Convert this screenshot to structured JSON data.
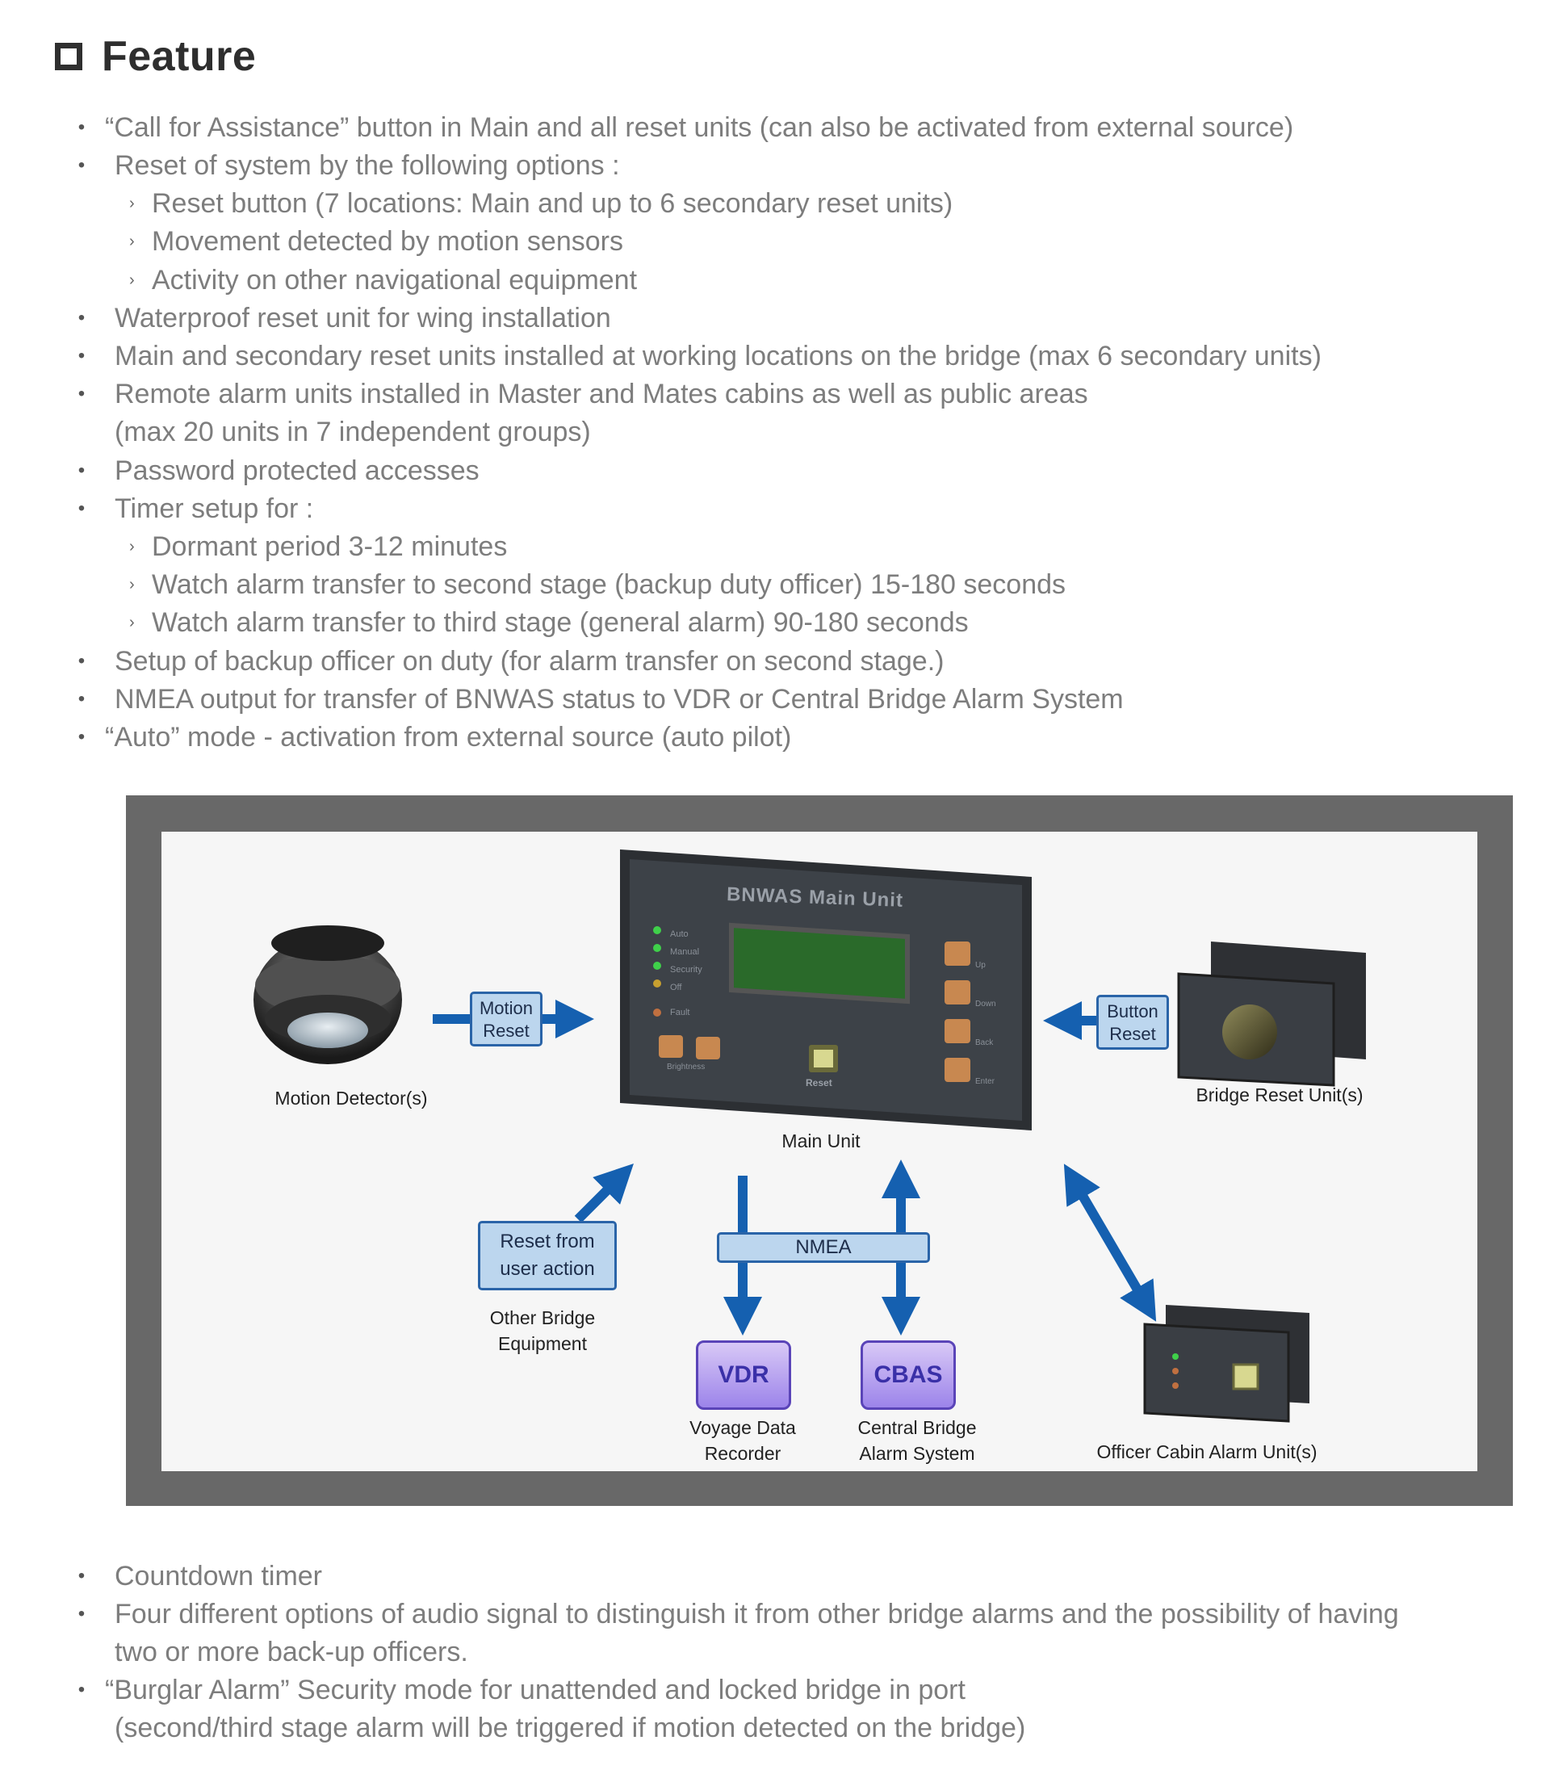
{
  "header": {
    "title": "Feature"
  },
  "features_top": [
    "“Call for Assistance” button in Main and all reset units (can also be activated from external source)",
    "Reset of system by the following options :",
    "Waterproof reset unit for wing installation",
    "Main and secondary reset units installed at working locations on the bridge (max 6 secondary units)",
    "Remote alarm units installed in Master and Mates cabins as well as public areas",
    "(max 20 units in 7 independent groups)",
    "Password protected accesses",
    "Timer setup for :",
    "Setup of backup officer on duty (for alarm transfer on second stage.)",
    "NMEA output for transfer of BNWAS status to VDR or Central Bridge Alarm System",
    "“Auto”  mode - activation from external source (auto pilot)"
  ],
  "reset_options": [
    "Reset button (7 locations: Main and up to 6 secondary reset units)",
    "Movement detected by motion sensors",
    "Activity on other navigational equipment"
  ],
  "timer_options": [
    "Dormant period 3-12 minutes",
    "Watch alarm transfer to second stage (backup duty officer) 15-180 seconds",
    "Watch alarm transfer to third stage (general alarm) 90-180 seconds"
  ],
  "diagram": {
    "main_unit_title": "BNWAS Main Unit",
    "main_unit_label": "Main Unit",
    "main_leds": [
      "Auto",
      "Manual",
      "Security",
      "Off"
    ],
    "fault_label": "Fault",
    "brightness_label": "Brightness",
    "reset_key": "Reset",
    "side_keys": [
      "Up",
      "Down",
      "Back",
      "Enter"
    ],
    "motion_detector_label": "Motion Detector(s)",
    "motion_reset": [
      "Motion",
      "Reset"
    ],
    "button_reset": [
      "Button",
      "Reset"
    ],
    "bridge_reset_label": "Bridge Reset Unit(s)",
    "reset_user_action": [
      "Reset from",
      "user action"
    ],
    "other_bridge": [
      "Other Bridge",
      "Equipment"
    ],
    "nmea": "NMEA",
    "vdr": "VDR",
    "vdr_label": [
      "Voyage Data",
      "Recorder"
    ],
    "cbas": "CBAS",
    "cbas_label": [
      "Central Bridge",
      "Alarm System"
    ],
    "officer_cabin_label": "Officer Cabin Alarm Unit(s)"
  },
  "features_bottom": [
    "Countdown timer",
    "Four different options of audio signal to distinguish it from other bridge alarms and the possibility of having",
    "two or more back-up officers.",
    "“Burglar Alarm”  Security mode for unattended and locked bridge in port",
    "(second/third stage alarm will be triggered if motion detected on the bridge)"
  ]
}
